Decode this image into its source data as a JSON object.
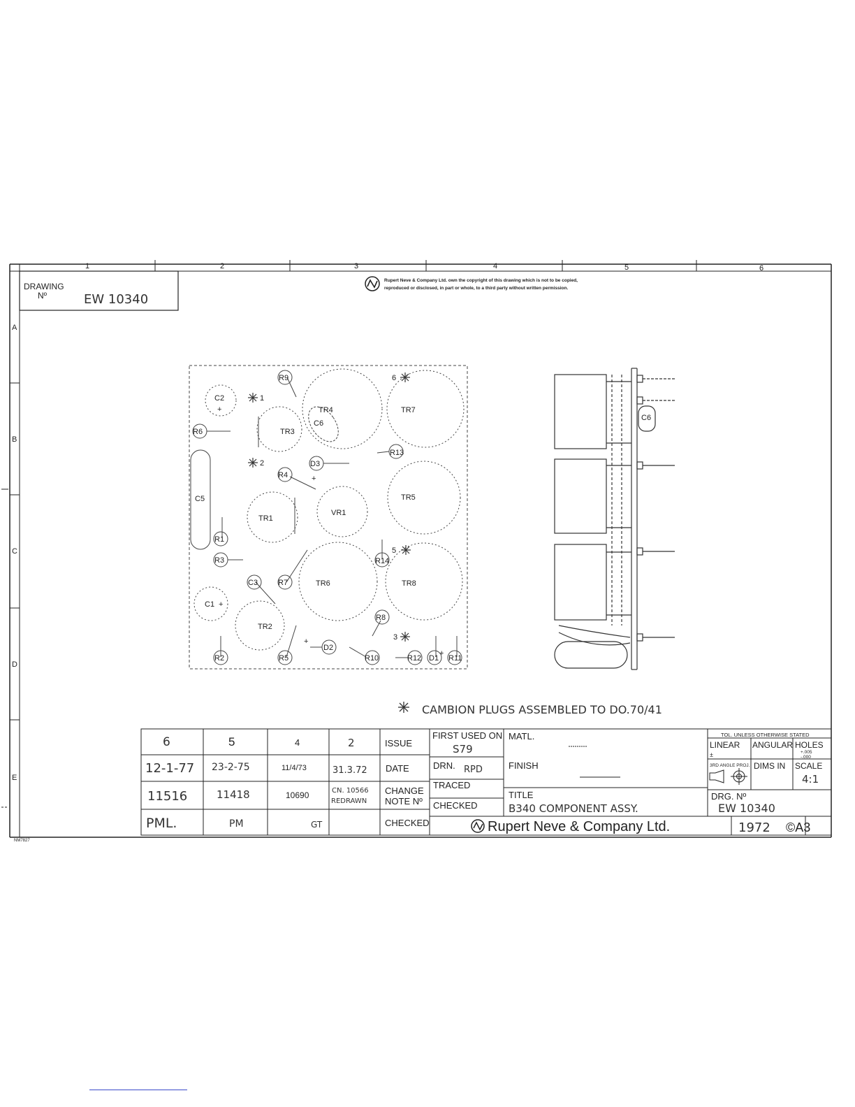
{
  "zone_columns": [
    "1",
    "2",
    "3",
    "4",
    "5",
    "6"
  ],
  "zone_rows": [
    "A",
    "B",
    "C",
    "D",
    "E"
  ],
  "drawing_box": {
    "label_line1": "DRAWING",
    "label_line2": "Nº",
    "number": "EW 10340"
  },
  "copyright_notice": {
    "line1": "Rupert Neve & Company Ltd. own the copyright of this drawing which is not to be copied,",
    "line2": "reproduced or disclosed, in part or whole, to a third party without written permission."
  },
  "component_labels": {
    "R9": "R9",
    "TR4": "TR4",
    "TR7": "TR7",
    "C2": "C2",
    "TR3": "TR3",
    "C6": "C6",
    "R6": "R6",
    "R13": "R13",
    "D3": "D3",
    "R4": "R4",
    "C5": "C5",
    "VR1": "VR1",
    "TR5": "TR5",
    "TR1": "TR1",
    "R1": "R1",
    "R3": "R3",
    "R14": "R14",
    "C3": "C3",
    "R7": "R7",
    "TR6": "TR6",
    "TR8": "TR8",
    "C1": "C1",
    "TR2": "TR2",
    "R8": "R8",
    "R2": "R2",
    "R5": "R5",
    "D2": "D2",
    "R10": "R10",
    "R12": "R12",
    "D1": "D1",
    "R11": "R11",
    "P1": "1",
    "P2": "2",
    "P3": "3",
    "P5": "5",
    "P6": "6"
  },
  "side_view_label": "C6",
  "footnote": "CAMBION PLUGS ASSEMBLED TO DO.70/41",
  "revision_table": {
    "columns": [
      "6",
      "5",
      "4",
      "2"
    ],
    "dates": [
      "12-1-77",
      "23-2-75",
      "11/4/73",
      "31.3.72"
    ],
    "change_notes": [
      "11516",
      "11418",
      "10690",
      "CN. 10566"
    ],
    "change_note_extra": "REDRAWN",
    "checked": [
      "PML.",
      "PM",
      "GT",
      ""
    ],
    "row_labels": {
      "issue": "ISSUE",
      "date": "DATE",
      "change_line1": "CHANGE",
      "change_line2": "NOTE Nº",
      "checked": "CHECKED"
    }
  },
  "title_block": {
    "first_used_on_label": "FIRST USED ON",
    "first_used_on_value": "S79",
    "drn_label": "DRN.",
    "drn_value": "RPD",
    "traced_label": "TRACED",
    "checked_label": "CHECKED",
    "matl_label": "MATL.",
    "finish_label": "FINISH",
    "title_label": "TITLE",
    "title_value": "B340 COMPONENT ASSY.",
    "tol_label": "TOL. UNLESS OTHERWISE STATED",
    "linear_label": "LINEAR",
    "angular_label": "ANGULAR",
    "holes_label": "HOLES",
    "holes_tol_plus": "+.005",
    "holes_tol_minus": "-.000",
    "projection_label": "3RD ANGLE PROJ.",
    "dims_in_label": "DIMS IN",
    "scale_label": "SCALE",
    "scale_value": "4:1",
    "drg_no_label": "DRG. Nº",
    "drg_no_value": "EW 10340",
    "company": "Rupert Neve & Company Ltd.",
    "year": "1972",
    "sheet_size": "©A3"
  },
  "form_code": "NM7827"
}
